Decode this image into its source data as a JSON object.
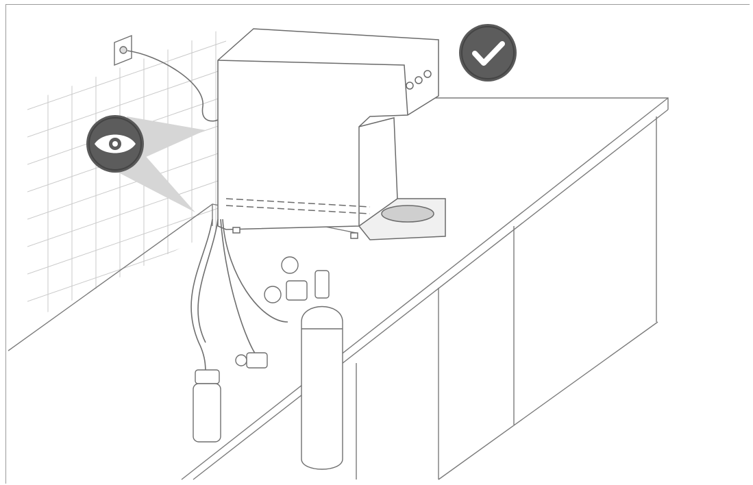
{
  "illustration": {
    "status_icons": [
      {
        "icon": "eye-icon",
        "color": "#5c5c5c"
      },
      {
        "icon": "checkmark-icon",
        "color": "#5c5c5c"
      }
    ],
    "colors": {
      "line": "#6e6e6e",
      "light_line": "#b8b8b8",
      "view_cone": "#cfcfcf",
      "badge": "#5a5a5a",
      "badge_symbol": "#ffffff"
    },
    "components": [
      "wall-socket",
      "power-cable",
      "water-dispenser",
      "drip-tray",
      "countertop",
      "supply-hoses",
      "water-filter",
      "angle-valve",
      "co2-pressure-regulator",
      "co2-cylinder"
    ]
  }
}
